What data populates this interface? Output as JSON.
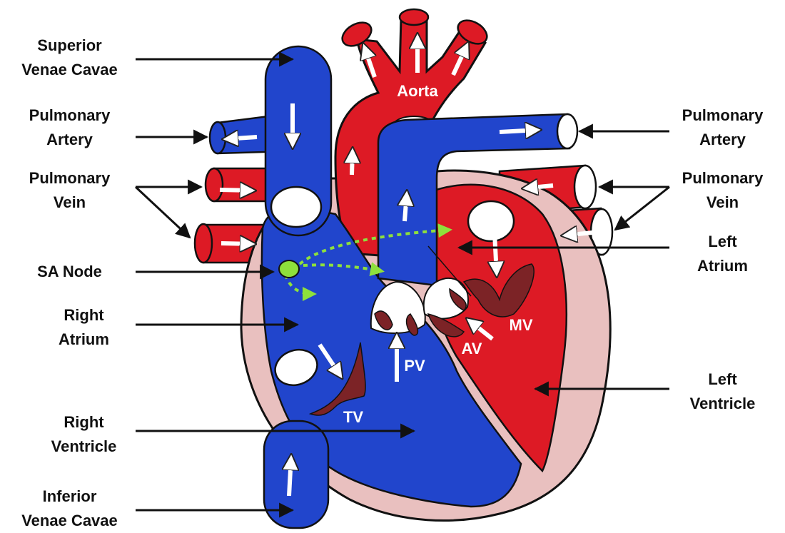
{
  "labels": {
    "superior_vena_cava": [
      "Superior",
      "Venae Cavae"
    ],
    "pulmonary_artery_left": [
      "Pulmonary",
      "Artery"
    ],
    "pulmonary_vein_left": [
      "Pulmonary",
      "Vein"
    ],
    "sa_node": "SA Node",
    "right_atrium": [
      "Right",
      "Atrium"
    ],
    "right_ventricle": [
      "Right",
      "Ventricle"
    ],
    "inferior_vena_cava": [
      "Inferior",
      "Venae Cavae"
    ],
    "pulmonary_artery_right": [
      "Pulmonary",
      "Artery"
    ],
    "pulmonary_vein_right": [
      "Pulmonary",
      "Vein"
    ],
    "left_atrium": [
      "Left",
      "Atrium"
    ],
    "left_ventricle": [
      "Left",
      "Ventricle"
    ]
  },
  "inner_labels": {
    "aorta": "Aorta",
    "tv": "TV",
    "pv": "PV",
    "av": "AV",
    "mv": "MV"
  },
  "colors": {
    "deoxygenated": "#2145cc",
    "oxygenated": "#dd1a25",
    "muscle": "#e9c0bf",
    "valve": "#7c2326",
    "sa_node": "#8ee03c",
    "conduction": "#8ee03c",
    "outline": "#111111"
  }
}
